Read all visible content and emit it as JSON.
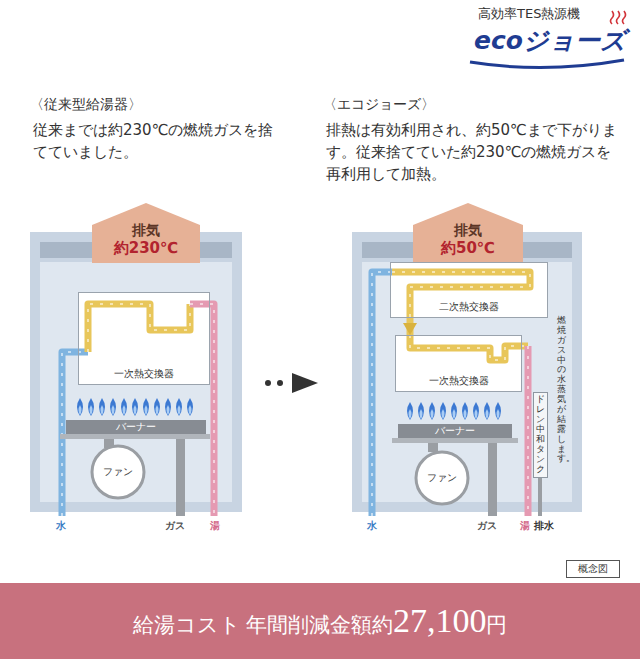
{
  "diagram": {
    "nodes": [
      {
        "text": [
          "排気",
          "約230℃"
        ]
      },
      {
        "text": [
          "一次熱交換器"
        ]
      },
      {
        "text": [
          "バーナー"
        ]
      },
      {
        "text": [
          "ファン"
        ]
      },
      {
        "text": [
          "排気",
          "約50℃"
        ]
      },
      {
        "text": [
          "二次熱交換器"
        ]
      },
      {
        "text": [
          "一次熱交換器"
        ]
      },
      {
        "text": [
          "バーナー"
        ]
      },
      {
        "text": [
          "ファン"
        ]
      },
      {
        "text": [
          "ドレン中和タンク"
        ]
      },
      {
        "text": [
          "概念図"
        ]
      },
      {
        "text": [
          "給湯コスト 年間削減金額約",
          "27,100",
          "円"
        ]
      }
    ],
    "edges": [
      {
        "from": 5,
        "to": 6,
        "arrow": "to"
      }
    ],
    "labels": [
      "高効率TES熱源機",
      "ecoジョーズ",
      "〈従来型給湯器〉",
      "従来までは約230℃の燃焼ガスを捨てていました。",
      "〈エコジョーズ〉",
      "排熱は有効利用され、約50℃まで下がります。従来捨てていた約230℃の燃焼ガスを再利用して加熱。",
      "水",
      "ガス",
      "湯",
      "燃焼ガス中の水蒸気が結露します。",
      "水",
      "ガス",
      "湯",
      "排水"
    ]
  }
}
